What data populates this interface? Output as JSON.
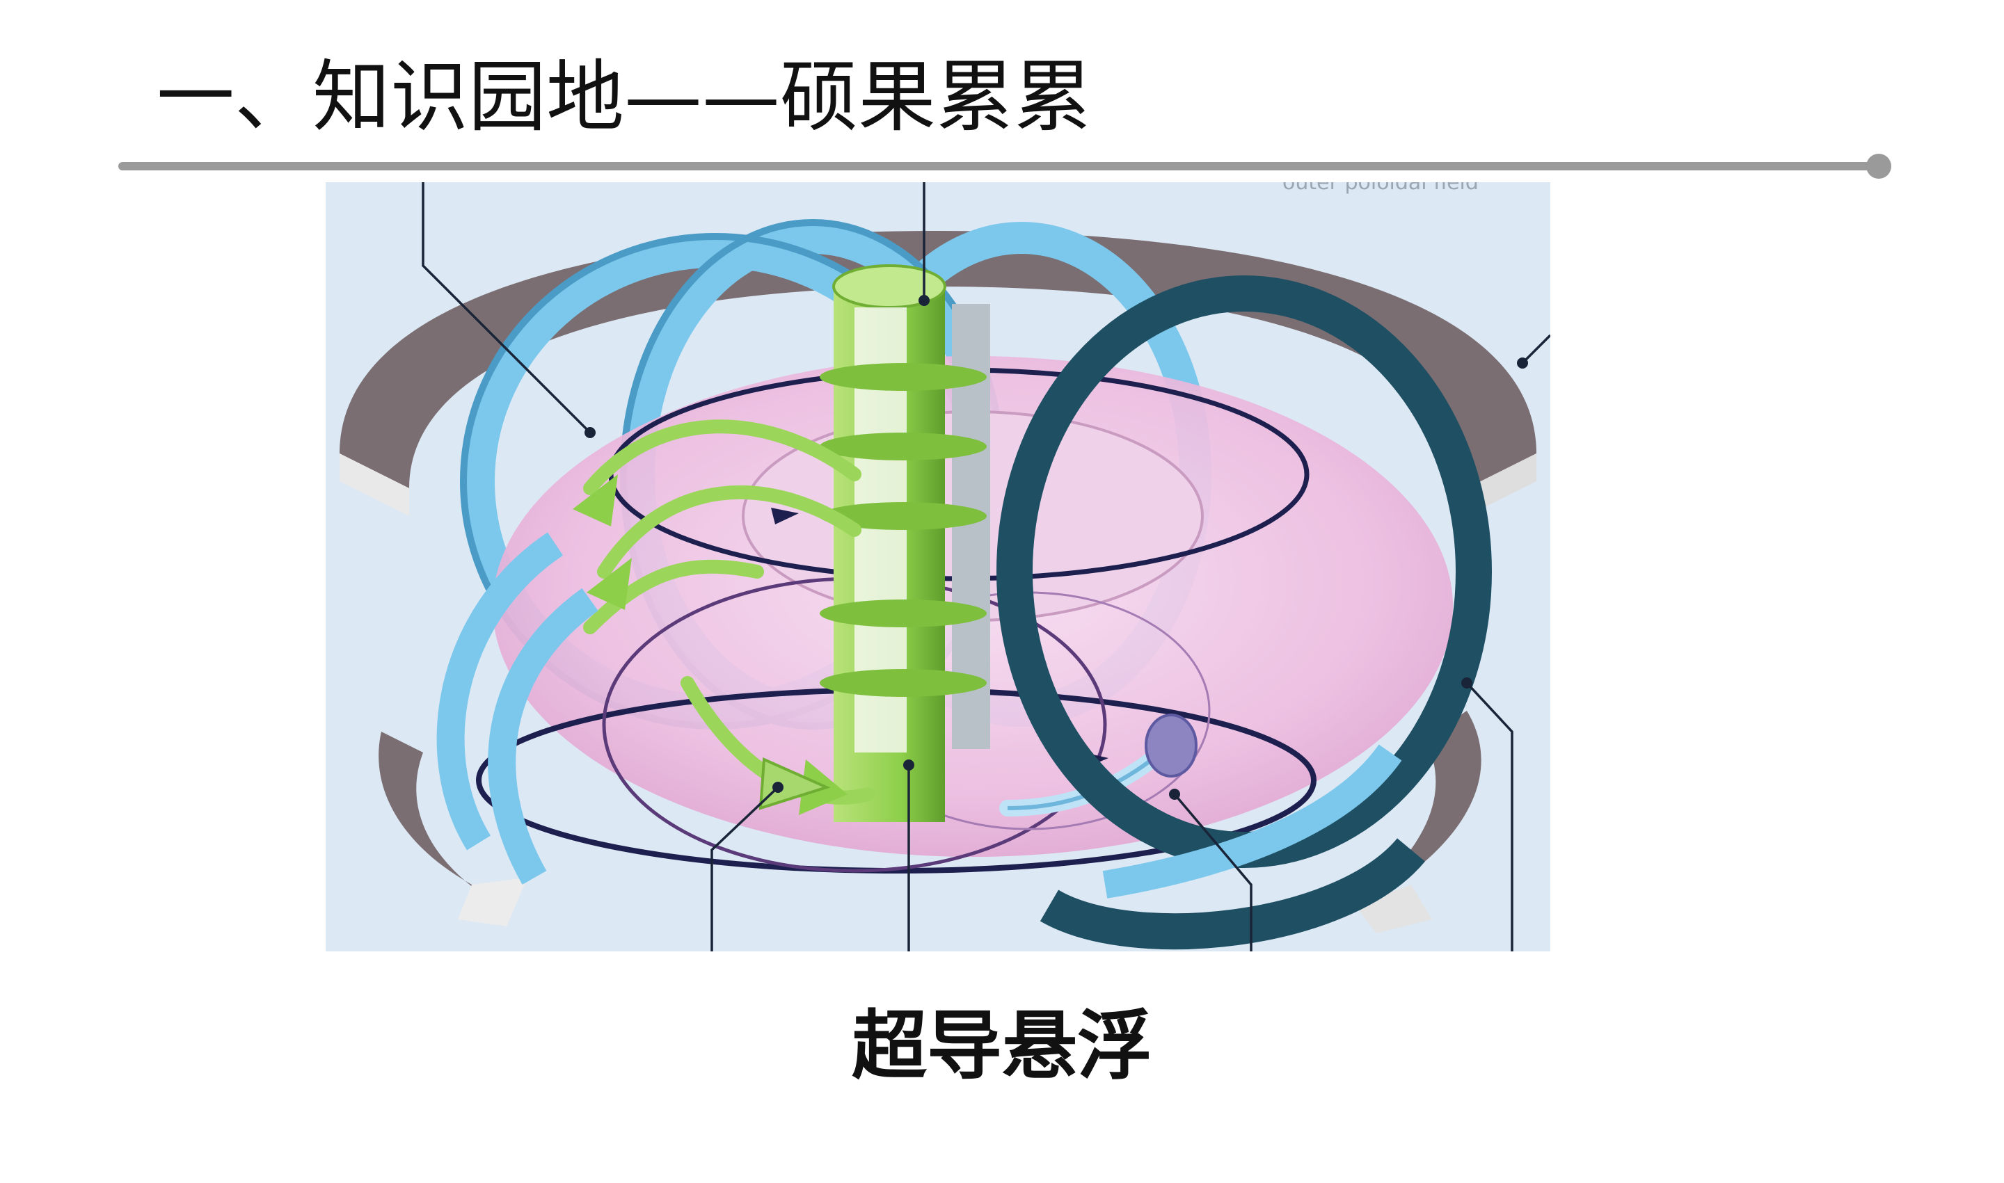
{
  "slide": {
    "title": "一、知识园地——硕果累累",
    "caption": "超导悬浮"
  },
  "figure": {
    "faded_label": "outer poloidal field",
    "colors": {
      "background": "#dce8f4",
      "plasma_torus": "#f0c4e4",
      "coil_light": "#7cc8ec",
      "coil_dark": "#1f4f63",
      "solenoid_green": "#8ecf4a",
      "outer_ring": "#7a6e72",
      "leader_line": "#1a2438"
    }
  }
}
